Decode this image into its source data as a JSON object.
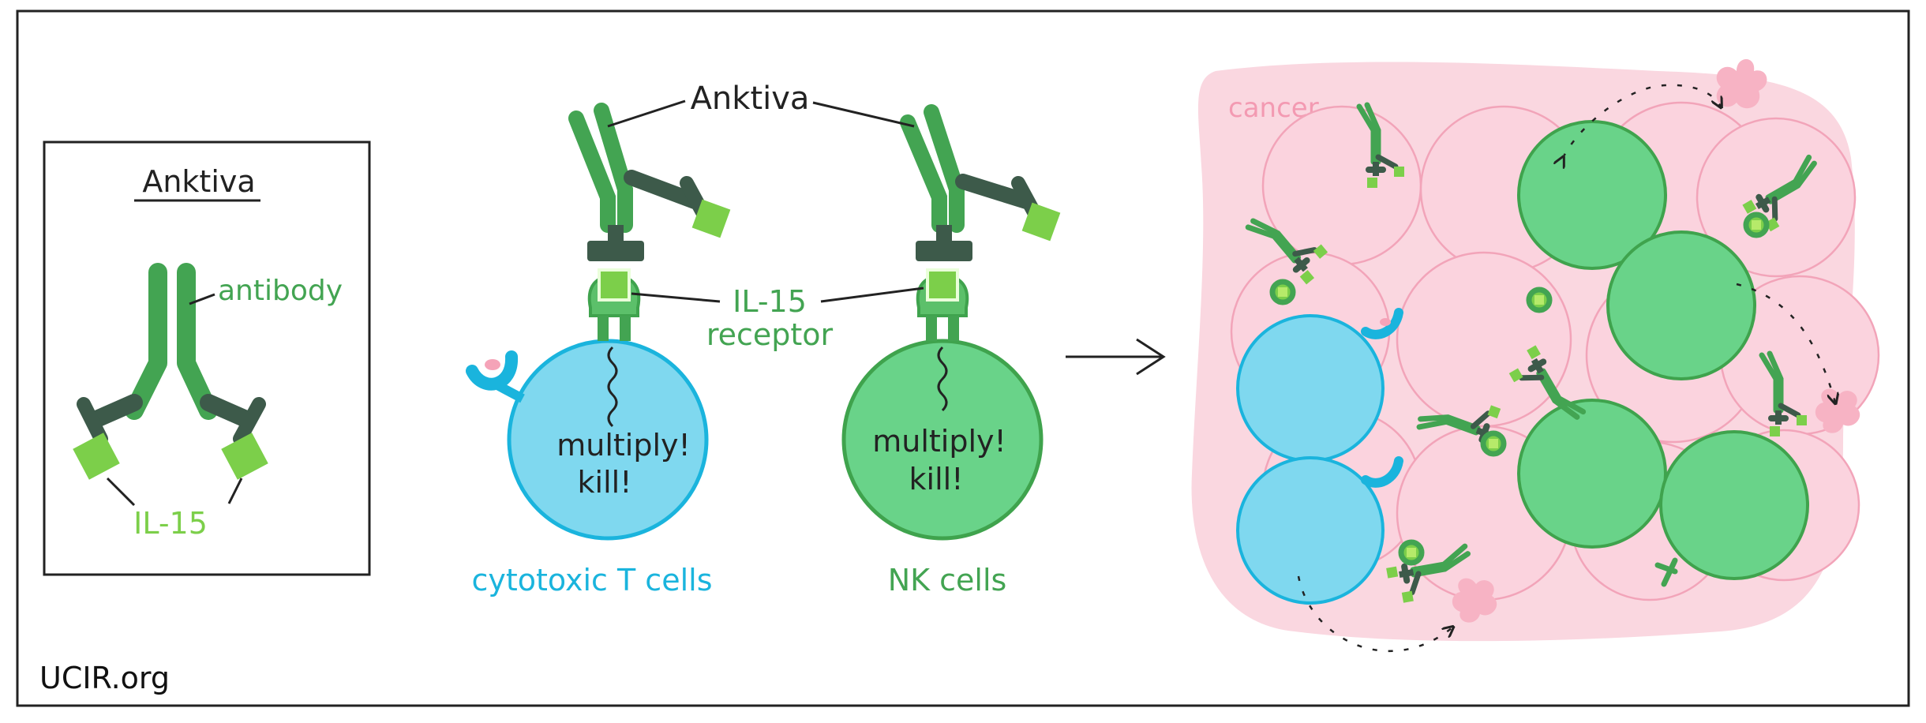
{
  "box": {
    "title": "Anktiva",
    "antibody_label": "antibody",
    "il15_label": "IL-15"
  },
  "middle": {
    "anktiva_label": "Anktiva",
    "receptor_label_line1": "IL-15",
    "receptor_label_line2": "receptor",
    "t_cell_text_line1": "multiply!",
    "t_cell_text_line2": "kill!",
    "nk_cell_text_line1": "multiply!",
    "nk_cell_text_line2": "kill!",
    "t_cells_caption": "cytotoxic T cells",
    "nk_cells_caption": "NK cells"
  },
  "right": {
    "cancer_label": "cancer"
  },
  "footer": {
    "credit": "UCIR.org"
  },
  "colors": {
    "antibody_green": "#3fa34d",
    "antibody_dark": "#3d5a4a",
    "il15_green": "#7ccf4a",
    "t_cell_blue": "#7fd8ef",
    "nk_green": "#69d389",
    "cancer_pink": "#f7c9d4",
    "cancer_cell": "#fbd3de",
    "cyan_text": "#1ab4dd"
  }
}
